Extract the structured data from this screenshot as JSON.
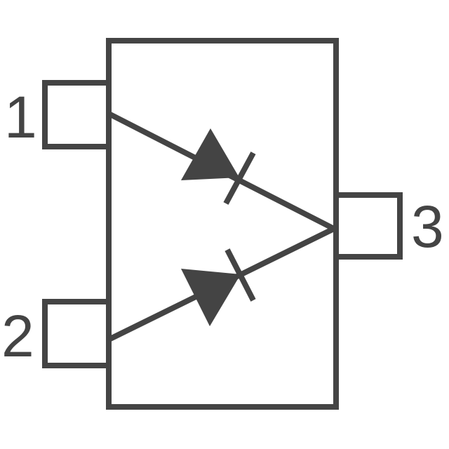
{
  "colors": {
    "stroke": "#444444",
    "background": "#ffffff"
  },
  "pins": {
    "pin1": {
      "label": "1"
    },
    "pin2": {
      "label": "2"
    },
    "pin3": {
      "label": "3"
    }
  },
  "components": [
    "diode",
    "diode"
  ]
}
